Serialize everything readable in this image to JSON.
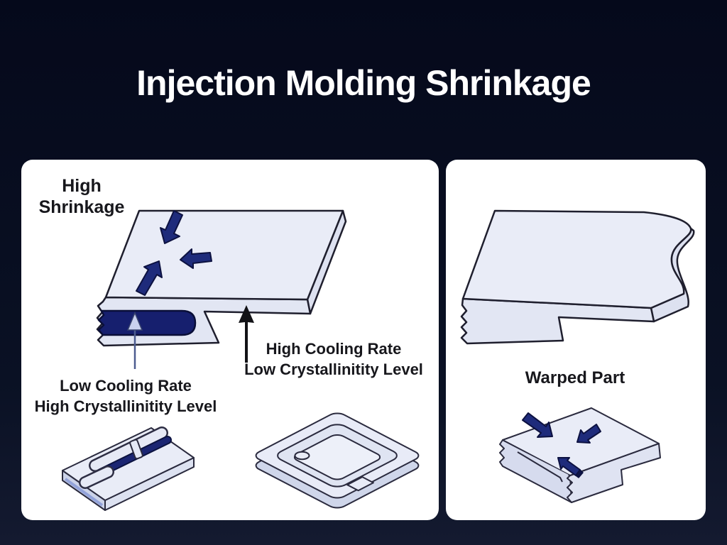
{
  "title": "Injection Molding Shrinkage",
  "left_panel": {
    "heading": {
      "line1": "High",
      "line2": "Shrinkage"
    },
    "core_label": {
      "line1": "Low Cooling Rate",
      "line2": "High Crystallinitity Level"
    },
    "skin_label": {
      "line1": "High Cooling Rate",
      "line2": "Low Crystallinitity Level"
    }
  },
  "right_panel": {
    "label": "Warped Part"
  },
  "figures": {
    "left_panel": [
      "shrinkage-part",
      "crystalline-core",
      "mold-plate",
      "molded-tray"
    ],
    "right_panel": [
      "warped-part",
      "warped-block"
    ]
  },
  "colors": {
    "background_top": "#05091b",
    "background_bottom": "#141a30",
    "panel": "#ffffff",
    "title": "#ffffff",
    "text_dark": "#17171c",
    "part_fill": "#e9ecf7",
    "part_fill_shade": "#dde1f0",
    "outline": "#1f1f2e",
    "navy_arrow": "#1e2b7b",
    "navy_core": "#161f6e",
    "pointer_black": "#121216",
    "pointer_light": "#c9d1ee",
    "pointer_stem": "#4d5c8f"
  }
}
